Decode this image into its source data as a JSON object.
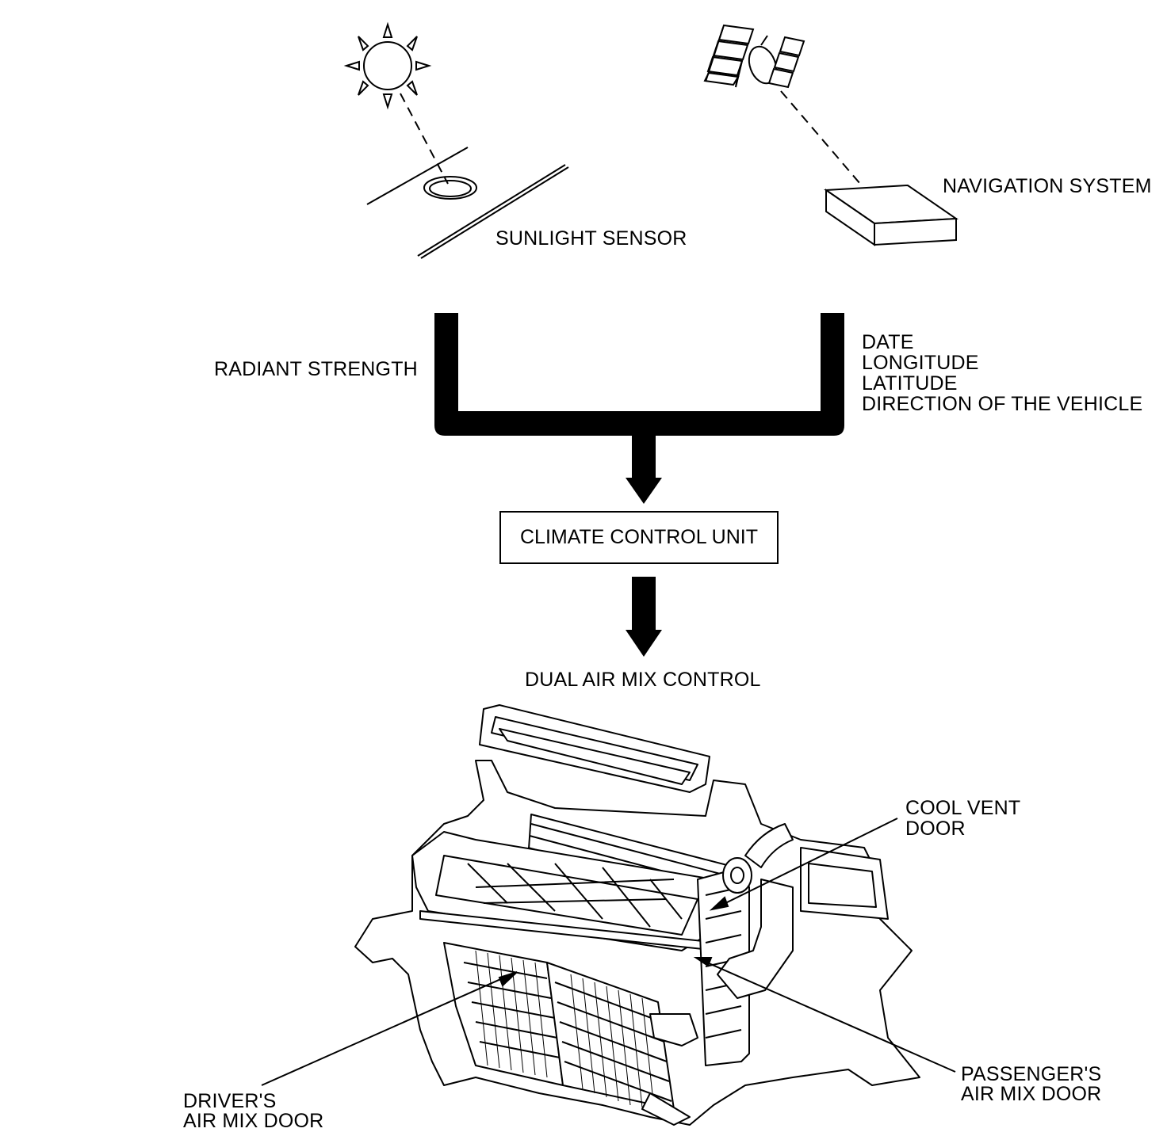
{
  "labels": {
    "sunlight_sensor": "SUNLIGHT SENSOR",
    "navigation_system": "NAVIGATION SYSTEM",
    "radiant_strength": "RADIANT STRENGTH",
    "nav_data": [
      "DATE",
      "LONGITUDE",
      "LATITUDE",
      "DIRECTION OF THE VEHICLE"
    ],
    "climate_control_unit": "CLIMATE CONTROL UNIT",
    "dual_air_mix_control": "DUAL AIR MIX CONTROL",
    "cool_vent_door": [
      "COOL VENT",
      "DOOR"
    ],
    "passengers_air_mix_door": [
      "PASSENGER'S",
      "AIR MIX DOOR"
    ],
    "drivers_air_mix_door": [
      "DRIVER'S",
      "AIR MIX DOOR"
    ]
  }
}
